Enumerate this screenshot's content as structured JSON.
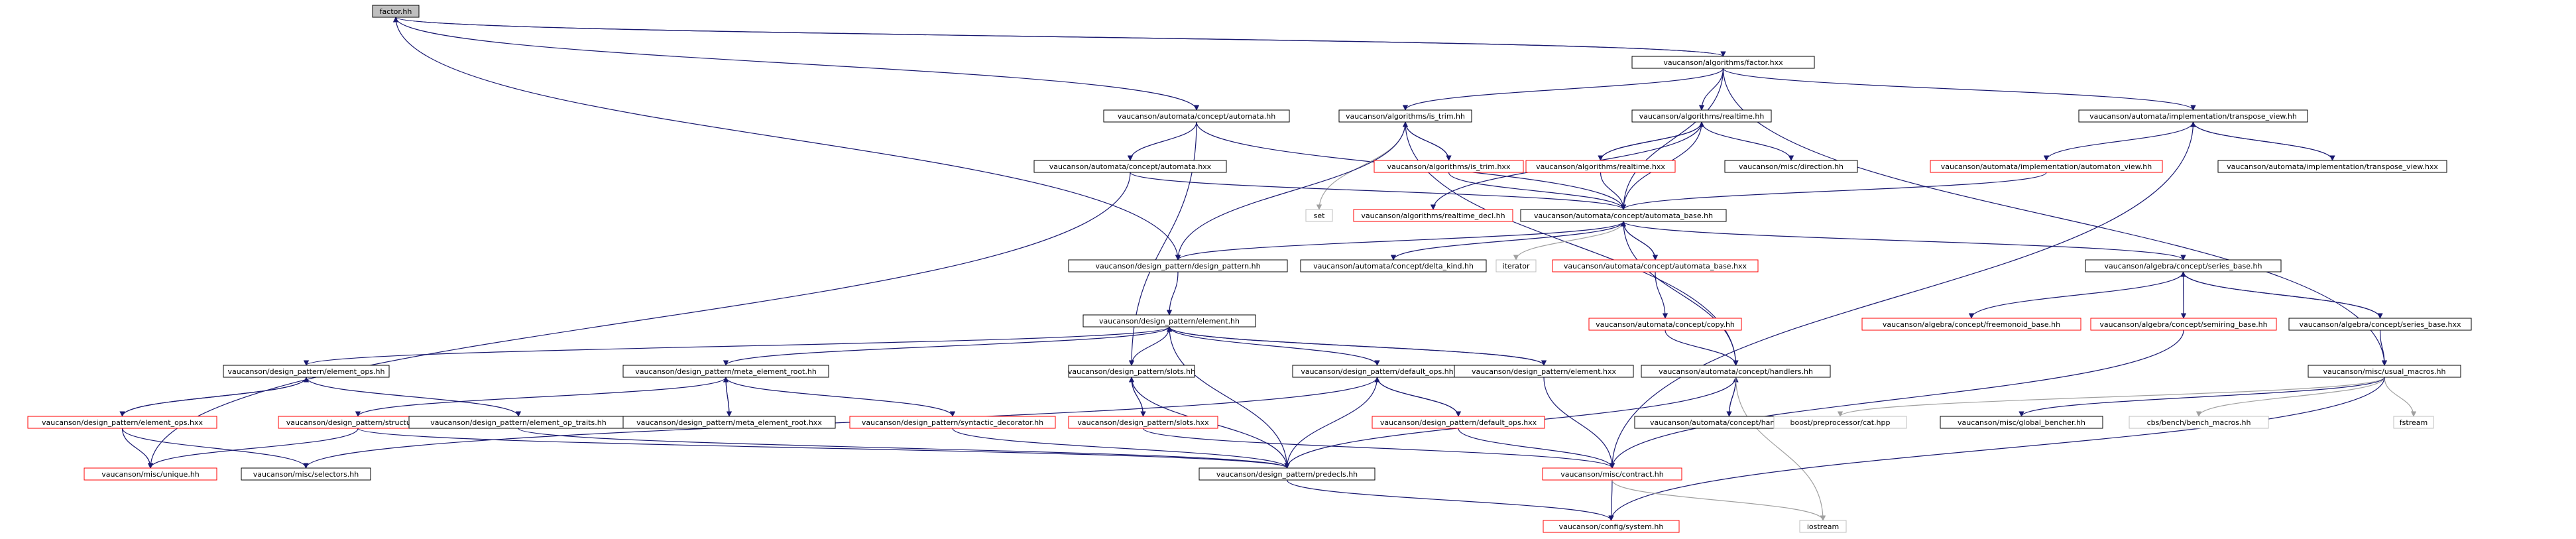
{
  "colors": {
    "node_border": "#000000",
    "node_border_warn": "#ff0000",
    "node_border_grey": "#bfbfbf",
    "root_fill": "#bfbfbf",
    "node_fill": "#ffffff",
    "edge": "#191970",
    "edge_grey": "#a0a0a0",
    "text": "#000000"
  },
  "nodes": [
    {
      "id": "n0",
      "label": "factor.hh",
      "style": "root"
    },
    {
      "id": "n1",
      "label": "vaucanson/algorithms/factor.hxx",
      "style": "black"
    },
    {
      "id": "n2",
      "label": "vaucanson/automata/concept/automata.hh",
      "style": "black"
    },
    {
      "id": "n3",
      "label": "vaucanson/algorithms/is_trim.hh",
      "style": "black"
    },
    {
      "id": "n4",
      "label": "vaucanson/algorithms/realtime.hh",
      "style": "black"
    },
    {
      "id": "n5",
      "label": "vaucanson/automata/implementation/transpose_view.hh",
      "style": "black"
    },
    {
      "id": "n6",
      "label": "vaucanson/automata/concept/automata.hxx",
      "style": "black"
    },
    {
      "id": "n7",
      "label": "vaucanson/algorithms/is_trim.hxx",
      "style": "red"
    },
    {
      "id": "n8",
      "label": "vaucanson/algorithms/realtime.hxx",
      "style": "red"
    },
    {
      "id": "n9",
      "label": "vaucanson/misc/direction.hh",
      "style": "black"
    },
    {
      "id": "n10",
      "label": "vaucanson/automata/implementation/automaton_view.hh",
      "style": "red"
    },
    {
      "id": "n11",
      "label": "vaucanson/automata/implementation/transpose_view.hxx",
      "style": "black"
    },
    {
      "id": "n12",
      "label": "set",
      "style": "grey"
    },
    {
      "id": "n13",
      "label": "vaucanson/algorithms/realtime_decl.hh",
      "style": "red"
    },
    {
      "id": "n14",
      "label": "vaucanson/automata/concept/automata_base.hh",
      "style": "black"
    },
    {
      "id": "n15",
      "label": "vaucanson/design_pattern/design_pattern.hh",
      "style": "black"
    },
    {
      "id": "n16",
      "label": "vaucanson/automata/concept/delta_kind.hh",
      "style": "black"
    },
    {
      "id": "n17",
      "label": "iterator",
      "style": "grey"
    },
    {
      "id": "n18",
      "label": "vaucanson/automata/concept/automata_base.hxx",
      "style": "red"
    },
    {
      "id": "n19",
      "label": "vaucanson/algebra/concept/series_base.hh",
      "style": "black"
    },
    {
      "id": "n20",
      "label": "vaucanson/automata/concept/copy.hh",
      "style": "red"
    },
    {
      "id": "n21",
      "label": "vaucanson/algebra/concept/freemonoid_base.hh",
      "style": "red"
    },
    {
      "id": "n22",
      "label": "vaucanson/algebra/concept/semiring_base.hh",
      "style": "red"
    },
    {
      "id": "n23",
      "label": "vaucanson/algebra/concept/series_base.hxx",
      "style": "black"
    },
    {
      "id": "n24",
      "label": "vaucanson/design_pattern/element.hh",
      "style": "black"
    },
    {
      "id": "n25",
      "label": "vaucanson/design_pattern/element_ops.hh",
      "style": "black"
    },
    {
      "id": "n26",
      "label": "vaucanson/design_pattern/meta_element_root.hh",
      "style": "black"
    },
    {
      "id": "n27",
      "label": "vaucanson/design_pattern/slots.hh",
      "style": "black"
    },
    {
      "id": "n28",
      "label": "vaucanson/design_pattern/default_ops.hh",
      "style": "black"
    },
    {
      "id": "n29",
      "label": "vaucanson/design_pattern/element.hxx",
      "style": "black"
    },
    {
      "id": "n30",
      "label": "vaucanson/automata/concept/handlers.hh",
      "style": "black"
    },
    {
      "id": "n31",
      "label": "vaucanson/misc/usual_macros.hh",
      "style": "black"
    },
    {
      "id": "n32",
      "label": "vaucanson/design_pattern/element_ops.hxx",
      "style": "red"
    },
    {
      "id": "n33",
      "label": "vaucanson/design_pattern/structure.hh",
      "style": "red"
    },
    {
      "id": "n34",
      "label": "vaucanson/design_pattern/element_op_traits.hh",
      "style": "black"
    },
    {
      "id": "n35",
      "label": "vaucanson/design_pattern/meta_element_root.hxx",
      "style": "black"
    },
    {
      "id": "n36",
      "label": "vaucanson/design_pattern/syntactic_decorator.hh",
      "style": "red"
    },
    {
      "id": "n37",
      "label": "vaucanson/design_pattern/slots.hxx",
      "style": "red"
    },
    {
      "id": "n38",
      "label": "vaucanson/design_pattern/default_ops.hxx",
      "style": "red"
    },
    {
      "id": "n39",
      "label": "vaucanson/automata/concept/handlers.hxx",
      "style": "black"
    },
    {
      "id": "n40",
      "label": "boost/preprocessor/cat.hpp",
      "style": "grey"
    },
    {
      "id": "n41",
      "label": "vaucanson/misc/global_bencher.hh",
      "style": "black"
    },
    {
      "id": "n42",
      "label": "cbs/bench/bench_macros.hh",
      "style": "grey"
    },
    {
      "id": "n43",
      "label": "fstream",
      "style": "grey"
    },
    {
      "id": "n44",
      "label": "vaucanson/misc/unique.hh",
      "style": "red"
    },
    {
      "id": "n45",
      "label": "vaucanson/misc/selectors.hh",
      "style": "black"
    },
    {
      "id": "n46",
      "label": "vaucanson/design_pattern/predecls.hh",
      "style": "black"
    },
    {
      "id": "n47",
      "label": "vaucanson/misc/contract.hh",
      "style": "red"
    },
    {
      "id": "n48",
      "label": "vaucanson/config/system.hh",
      "style": "red"
    },
    {
      "id": "n49",
      "label": "iostream",
      "style": "grey"
    }
  ]
}
